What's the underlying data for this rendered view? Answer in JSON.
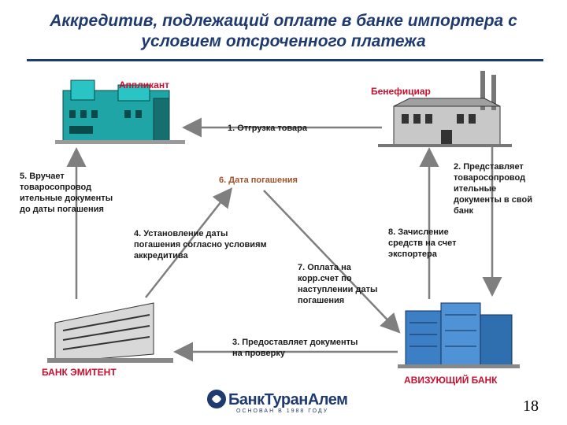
{
  "title": "Аккредитив, подлежащий оплате в банке импортера с условием отсроченного платежа",
  "parties": {
    "applicant": "Аппликант",
    "beneficiary": "Бенефициар",
    "issuing_bank": "БАНК ЭМИТЕНТ",
    "advising_bank": "АВИЗУЮЩИЙ БАНК"
  },
  "steps": {
    "s1": "1. Отгрузка товара",
    "s2": "2. Представляет товаросопровод ительные документы в свой банк",
    "s3": "3. Предоставляет документы на проверку",
    "s4": "4. Установление даты погашения согласно условиям аккредитива",
    "s5": "5. Вручает товаросопровод ительные документы до даты погашения",
    "s6": "6. Дата погашения",
    "s7": "7. Оплата на корр.счет по наступлении даты погашения",
    "s8": "8. Зачисление средств на счет экспортера"
  },
  "logo": {
    "name": "БанкТуранАлем",
    "tagline": "ОСНОВАН В 1988 ГОДУ"
  },
  "page_number": "18",
  "colors": {
    "title": "#1f3a6e",
    "arrow": "#7f7f7f",
    "party": "#c8102e",
    "date": "#a0522d"
  }
}
